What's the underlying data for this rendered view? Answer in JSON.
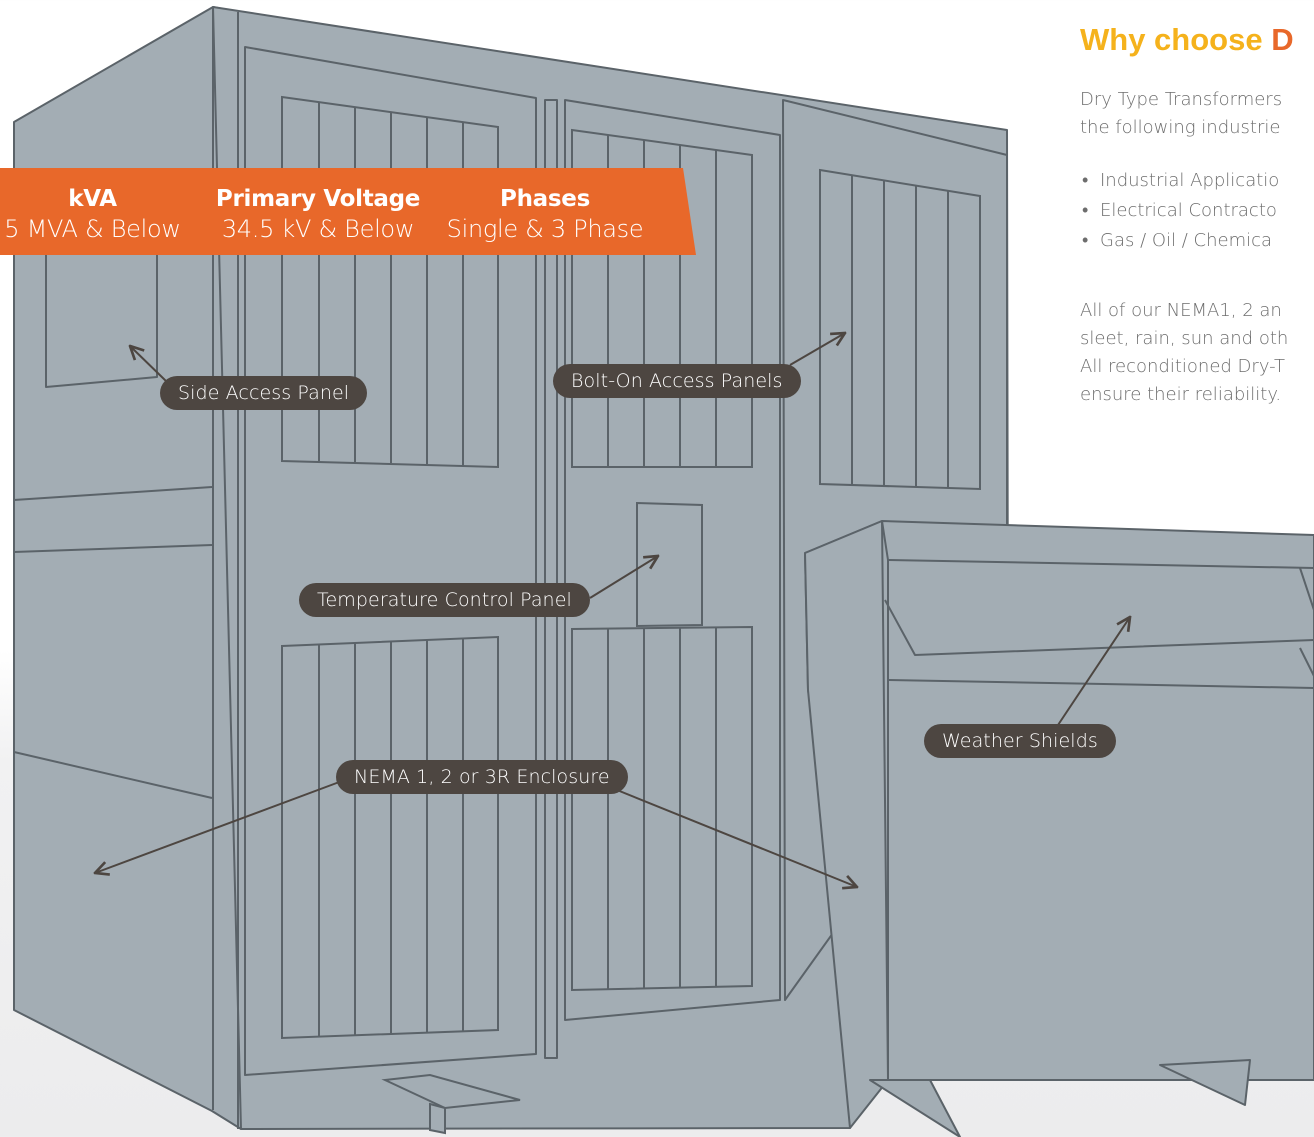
{
  "specs": [
    {
      "label": "kVA",
      "value": "5 MVA & Below"
    },
    {
      "label": "Primary Voltage",
      "value": "34.5 kV & Below"
    },
    {
      "label": "Phases",
      "value": "Single & 3 Phase"
    }
  ],
  "callouts": {
    "side_access": "Side Access Panel",
    "bolt_on": "Bolt-On Access Panels",
    "temperature": "Temperature Control Panel",
    "enclosure": "NEMA 1, 2 or 3R Enclosure",
    "weather": "Weather Shields"
  },
  "info": {
    "heading_part1": "Why choose",
    "heading_part2": "D",
    "intro_line1": "Dry Type Transformers",
    "intro_line2": "the following industrie",
    "industries": [
      "Industrial Applicatio",
      "Electrical Contracto",
      "Gas / Oil / Chemica"
    ],
    "bullet_glyph": "•",
    "para_lines": [
      "All of our NEMA1, 2 an",
      "sleet, rain, sun and oth",
      "All reconditioned Dry-T",
      "ensure their reliability."
    ]
  },
  "colors": {
    "banner": "#e8682a",
    "heading_yellow": "#f5b21c",
    "heading_orange": "#e8682a",
    "cabinet_fill": "#a3adb4",
    "outline": "#5b6369",
    "callout_bg": "#4d4641"
  }
}
